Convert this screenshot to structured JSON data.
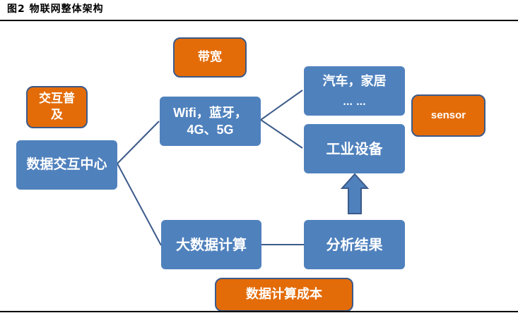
{
  "figure": {
    "title": "图2  物联网整体架构"
  },
  "colors": {
    "node_fill": "#4f81bd",
    "factor_fill": "#e36c09",
    "factor_border": "#3c5a8a",
    "connector": "#3c5a8a",
    "text": "#ffffff"
  },
  "nodes": {
    "data_exchange_center": "数据交互中心",
    "wireless": "Wifi，蓝牙，4G、5G",
    "wireless_line1": "Wifi，蓝牙，",
    "wireless_line2": "4G、5G",
    "consumer": "汽车，家居 … …",
    "consumer_line1": "汽车，家居",
    "consumer_line2": "… …",
    "industrial": "工业设备",
    "big_data": "大数据计算",
    "analysis": "分析结果"
  },
  "factors": {
    "interaction_popularity_line1": "交互普",
    "interaction_popularity_line2": "及",
    "bandwidth": "带宽",
    "sensor": "sensor",
    "compute_cost": "数据计算成本"
  },
  "edges": [
    {
      "from": "数据交互中心",
      "to": "Wifi，蓝牙，4G、5G",
      "type": "line"
    },
    {
      "from": "数据交互中心",
      "to": "大数据计算",
      "type": "line"
    },
    {
      "from": "Wifi，蓝牙，4G、5G",
      "to": "汽车，家居 … …",
      "type": "line"
    },
    {
      "from": "Wifi，蓝牙，4G、5G",
      "to": "工业设备",
      "type": "line"
    },
    {
      "from": "大数据计算",
      "to": "分析结果",
      "type": "line"
    },
    {
      "from": "分析结果",
      "to": "工业设备",
      "type": "arrow"
    }
  ]
}
